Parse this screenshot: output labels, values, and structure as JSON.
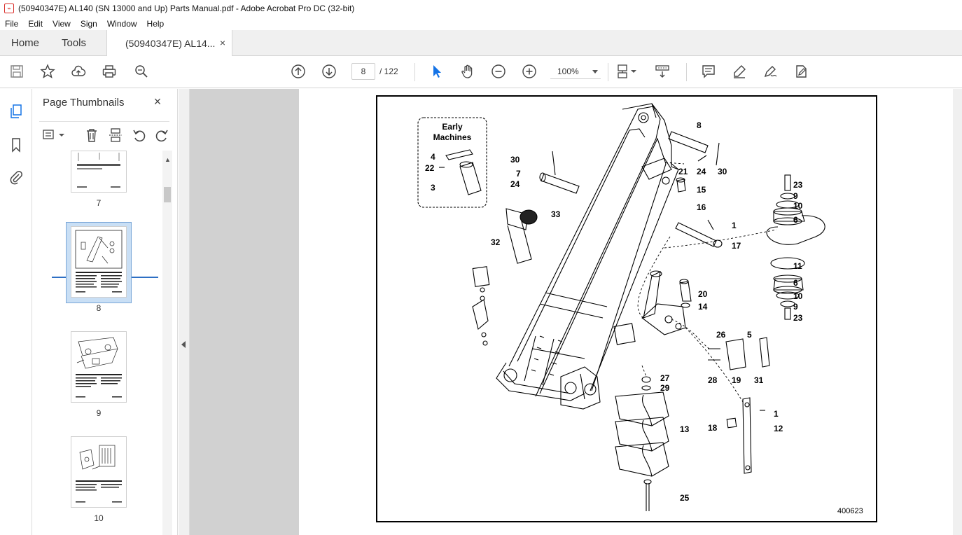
{
  "window": {
    "title": "(50940347E) AL140 (SN 13000 and Up) Parts Manual.pdf - Adobe Acrobat Pro DC (32-bit)"
  },
  "menu": [
    "File",
    "Edit",
    "View",
    "Sign",
    "Window",
    "Help"
  ],
  "tabs": {
    "home": "Home",
    "tools": "Tools",
    "document": "(50940347E) AL14...",
    "close": "×"
  },
  "toolbar": {
    "page_current": "8",
    "page_total": "/ 122",
    "zoom": "100%"
  },
  "panel": {
    "title": "Page Thumbnails",
    "close": "×",
    "thumbs": [
      {
        "label": "7"
      },
      {
        "label": "8"
      },
      {
        "label": "9"
      },
      {
        "label": "10"
      }
    ]
  },
  "diagram": {
    "early_box": {
      "line1": "Early",
      "line2": "Machines",
      "c4": "4",
      "c22": "22",
      "c3": "3"
    },
    "callouts": {
      "c30a": "30",
      "c7": "7",
      "c24a": "24",
      "c8": "8",
      "c21": "21",
      "c24b": "24",
      "c30b": "30",
      "c15": "15",
      "c16": "16",
      "c1a": "1",
      "c17": "17",
      "c33": "33",
      "c32": "32",
      "c23a": "23",
      "c9a": "9",
      "c10a": "10",
      "c6a": "6",
      "c11": "11",
      "c6b": "6",
      "c10b": "10",
      "c9b": "9",
      "c23b": "23",
      "c20": "20",
      "c14": "14",
      "c26": "26",
      "c5": "5",
      "c28": "28",
      "c19": "19",
      "c31": "31",
      "c27": "27",
      "c29": "29",
      "c1b": "1",
      "c12": "12",
      "c18": "18",
      "c13": "13",
      "c25": "25"
    },
    "doc_number": "400623"
  }
}
